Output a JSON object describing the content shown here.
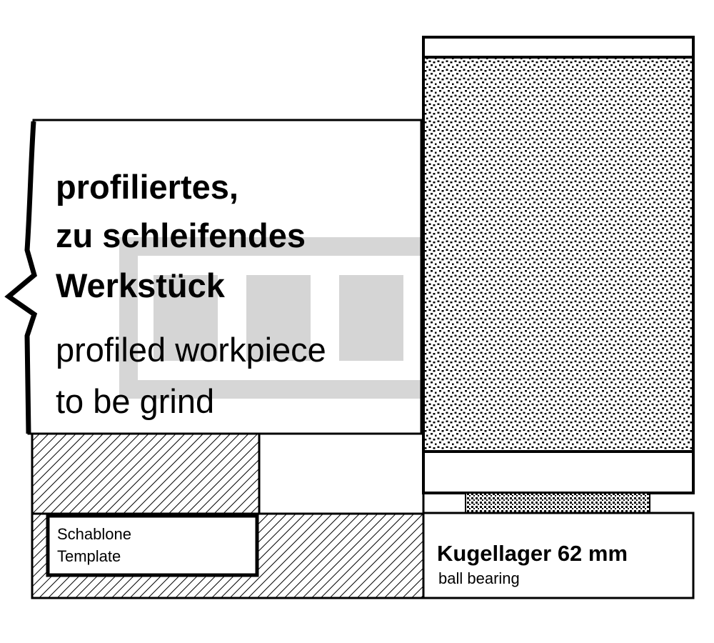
{
  "workpiece": {
    "label_de_lines": [
      "profiliertes,",
      "zu schleifendes",
      "Werkstück"
    ],
    "label_en_lines": [
      "profiled workpiece",
      "to be grind"
    ]
  },
  "template": {
    "label_de": "Schablone",
    "label_en": "Template"
  },
  "bearing": {
    "label_de": "Kugellager 62 mm",
    "label_en": "ball bearing"
  },
  "colors": {
    "ink": "#000000",
    "background": "#ffffff",
    "watermark": "#d9d9d9"
  }
}
